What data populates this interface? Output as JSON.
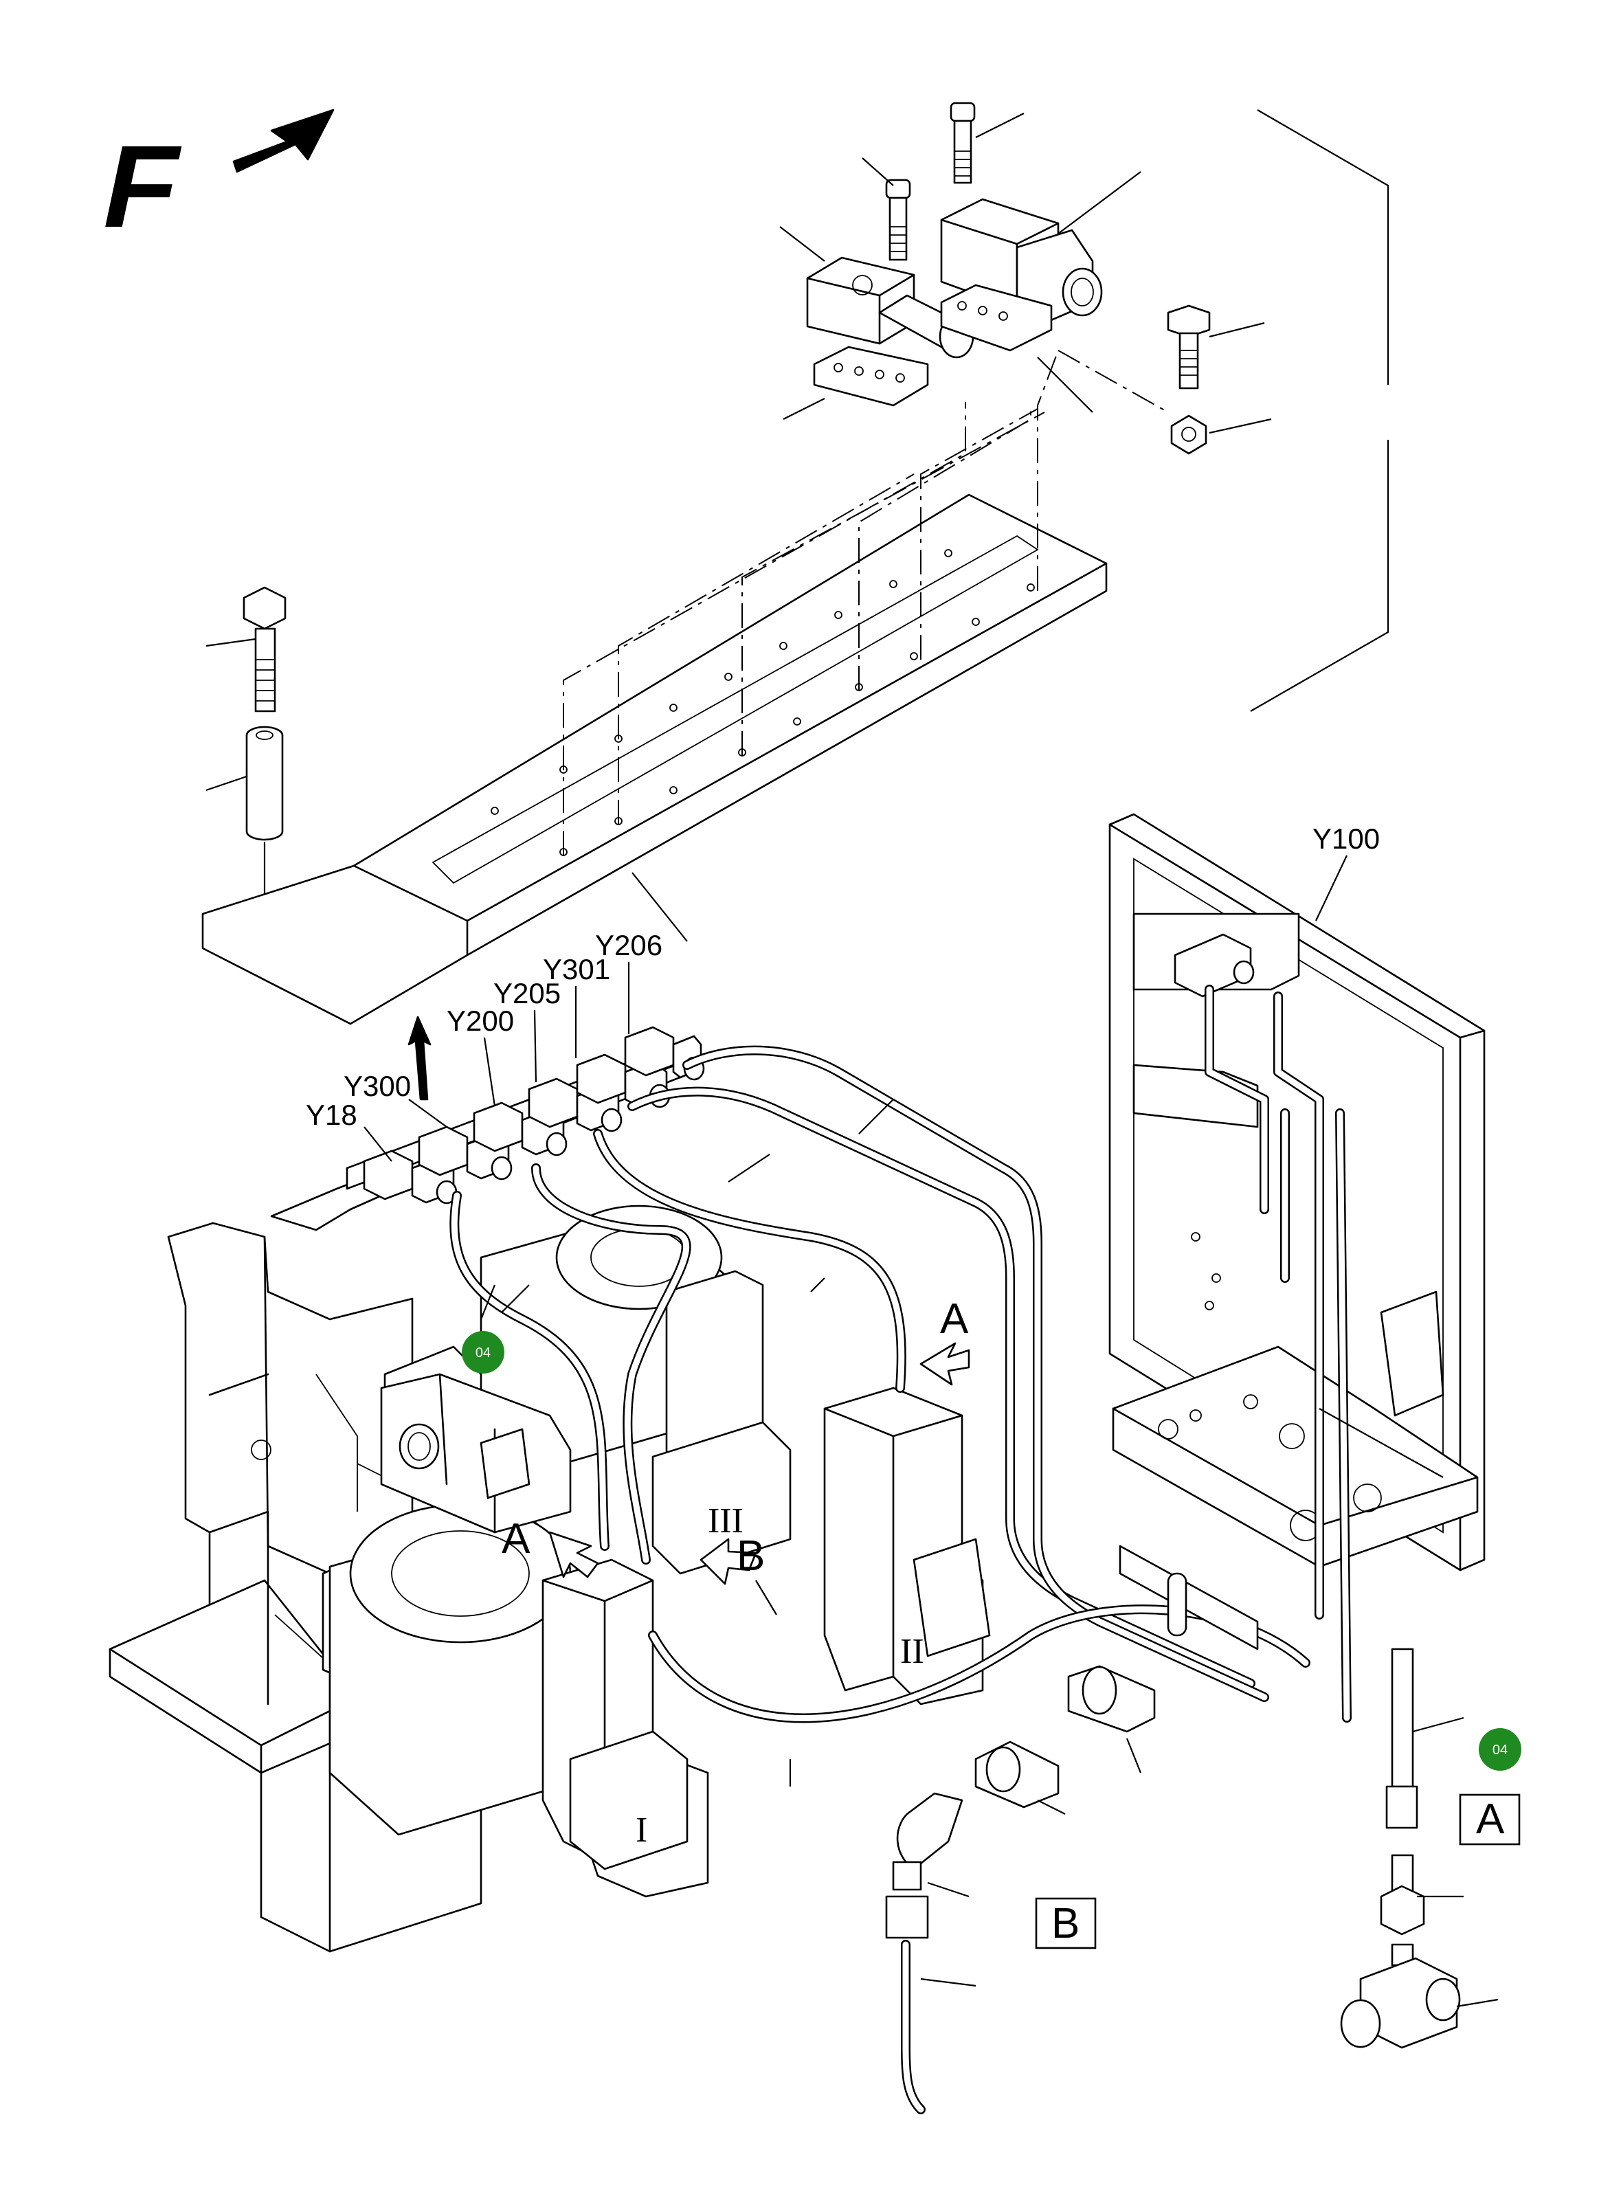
{
  "orientation_label": "F",
  "valve_labels": {
    "y100": "Y100",
    "y206": "Y206",
    "y301": "Y301",
    "y205": "Y205",
    "y200": "Y200",
    "y300": "Y300",
    "y18": "Y18"
  },
  "view_markers": {
    "a_top": "A",
    "a_left": "A",
    "b": "B"
  },
  "detail_boxes": {
    "a": "A",
    "b": "B"
  },
  "cylinder_numbers": {
    "one": "I",
    "two": "II",
    "three": "III"
  },
  "badges": {
    "badge_1": "04",
    "badge_2": "04"
  },
  "colors": {
    "line": "#000000",
    "badge": "#1f8a1f",
    "background": "#ffffff"
  }
}
